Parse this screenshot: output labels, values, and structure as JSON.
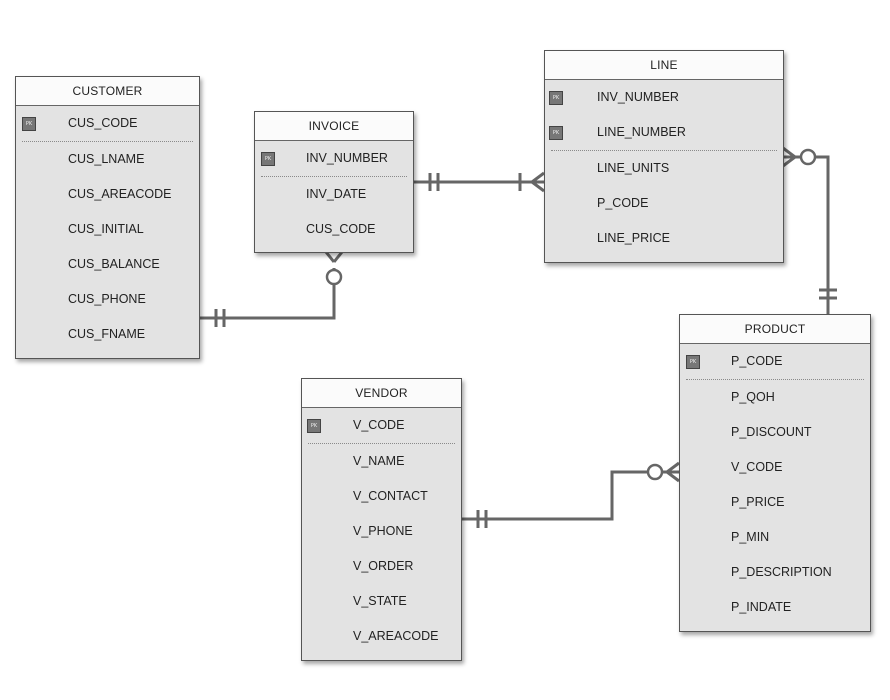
{
  "pk_badge": "PK",
  "entities": {
    "customer": {
      "title": "CUSTOMER",
      "pk": [
        "CUS_CODE"
      ],
      "attrs": [
        "CUS_LNAME",
        "CUS_AREACODE",
        "CUS_INITIAL",
        "CUS_BALANCE",
        "CUS_PHONE",
        "CUS_FNAME"
      ]
    },
    "invoice": {
      "title": "INVOICE",
      "pk": [
        "INV_NUMBER"
      ],
      "attrs": [
        "INV_DATE",
        "CUS_CODE"
      ]
    },
    "line": {
      "title": "LINE",
      "pk": [
        "INV_NUMBER",
        "LINE_NUMBER"
      ],
      "attrs": [
        "LINE_UNITS",
        "P_CODE",
        "LINE_PRICE"
      ]
    },
    "product": {
      "title": "PRODUCT",
      "pk": [
        "P_CODE"
      ],
      "attrs": [
        "P_QOH",
        "P_DISCOUNT",
        "V_CODE",
        "P_PRICE",
        "P_MIN",
        "P_DESCRIPTION",
        "P_INDATE"
      ]
    },
    "vendor": {
      "title": "VENDOR",
      "pk": [
        "V_CODE"
      ],
      "attrs": [
        "V_NAME",
        "V_CONTACT",
        "V_PHONE",
        "V_ORDER",
        "V_STATE",
        "V_AREACODE"
      ]
    }
  },
  "relationships": [
    {
      "from": "customer",
      "to": "invoice",
      "from_cardinality": "one-and-only-one",
      "to_cardinality": "zero-or-many"
    },
    {
      "from": "invoice",
      "to": "line",
      "from_cardinality": "one-and-only-one",
      "to_cardinality": "one-or-many"
    },
    {
      "from": "product",
      "to": "line",
      "from_cardinality": "one-and-only-one",
      "to_cardinality": "zero-or-many"
    },
    {
      "from": "vendor",
      "to": "product",
      "from_cardinality": "one-and-only-one",
      "to_cardinality": "zero-or-many"
    }
  ],
  "colors": {
    "entity_fill": "#e3e3e3",
    "title_fill": "#fbfbfb",
    "line": "#666666",
    "pk_badge": "#777777"
  }
}
